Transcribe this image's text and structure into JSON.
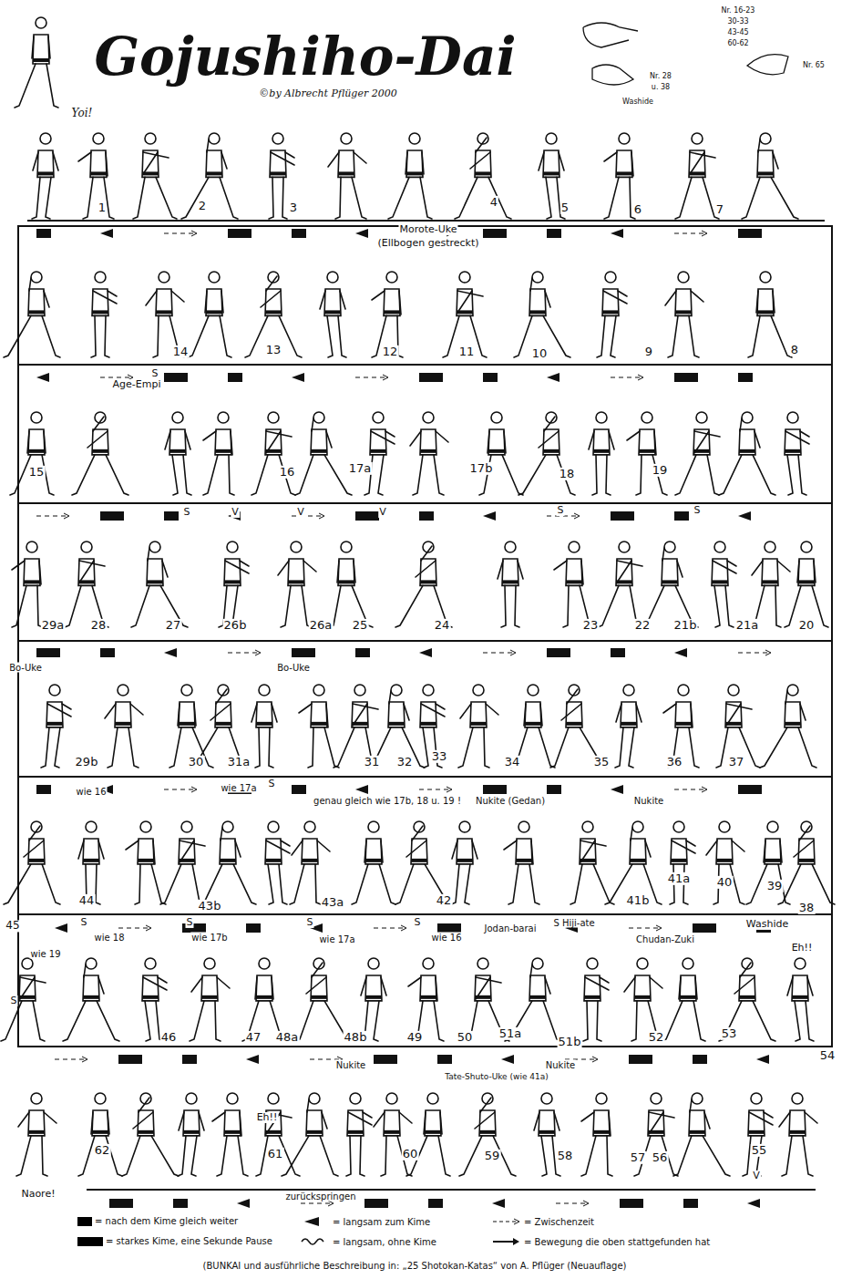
{
  "diagram": {
    "title": "Gojushiho-Dai",
    "labels": [
      "©by Albrecht Pflüger 2000",
      "Yoi!",
      "Nr. 16-23",
      "30-33",
      "43-45",
      "60-62",
      "Nr. 28",
      "u. 38",
      "Nr. 65",
      "Washide",
      "1",
      "2",
      "3",
      "4",
      "5",
      "6",
      "7",
      "Morote-Uke",
      "(Ellbogen gestreckt)",
      "14",
      "13",
      "12",
      "11",
      "10",
      "9",
      "8",
      "S",
      "Age-Empi",
      "15",
      "16",
      "17a",
      "17b",
      "18",
      "19",
      "S",
      "V",
      "V",
      "V",
      "S",
      "S",
      "29a",
      "28",
      "27",
      "26b",
      "26a",
      "25",
      "24",
      "23",
      "22",
      "21b",
      "21a",
      "20",
      "Bo-Uke",
      "Bo-Uke",
      "29b",
      "30",
      "31a",
      "31",
      "32",
      "33",
      "34",
      "35",
      "36",
      "37",
      "wie 16",
      "wie 17a",
      "S",
      "genau gleich wie 17b, 18 u. 19 !",
      "Nukite (Gedan)",
      "Nukite",
      "44",
      "43b",
      "43a",
      "42",
      "41b",
      "41a",
      "40",
      "39",
      "38",
      "45",
      "S",
      "S",
      "S",
      "S",
      "wie 18",
      "wie 17b",
      "wie 17a",
      "wie 16",
      "Jodan-barai",
      "S Hiji-ate",
      "Chudan-Zuki",
      "Washide",
      "wie 19",
      "S",
      "Eh!!",
      "46",
      "47",
      "48a",
      "48b",
      "49",
      "50",
      "51a",
      "51b",
      "52",
      "53",
      "54",
      "Nukite",
      "Tate-Shuto-Uke (wie 41a)",
      "Nukite",
      "Eh!!",
      "62",
      "61",
      "60",
      "59",
      "58",
      "57",
      "56",
      "55",
      "Naore!",
      "V",
      "zurückspringen",
      "(BUNKAI und ausführliche Beschreibung in: „25 Shotokan-Katas“ von A. Pflüger (Neuauflage)"
    ],
    "legend": [
      {
        "text": "= nach dem Kime gleich weiter",
        "color": "#000000"
      },
      {
        "text": "= langsam zum Kime"
      },
      {
        "text": "= Zwischenzeit"
      },
      {
        "text": "= starkes Kime, eine Sekunde Pause",
        "color": "#000000"
      },
      {
        "text": "= langsam, ohne Kime"
      },
      {
        "text": "= Bewegung die oben stattgefunden hat"
      }
    ]
  }
}
